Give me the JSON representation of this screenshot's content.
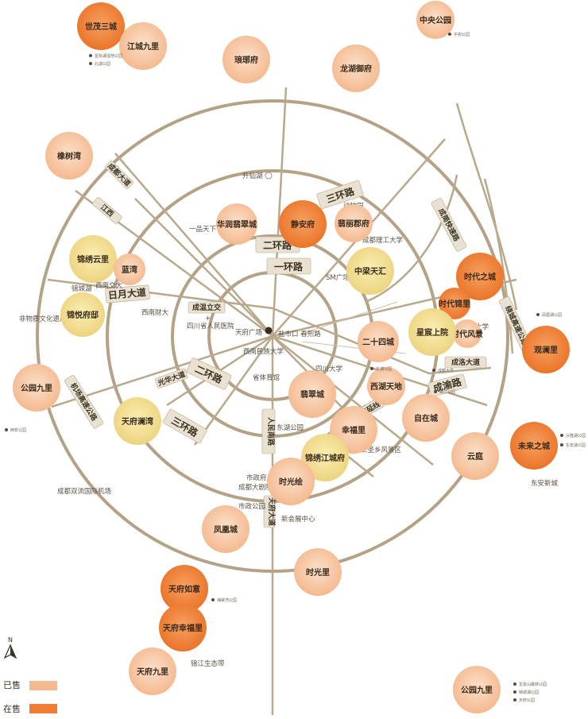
{
  "legend": {
    "sold_label": "已售",
    "sold_color": "#f4b98f",
    "onsale_label": "在售",
    "onsale_color": "#ee7d36"
  },
  "compass": {
    "label": "N"
  },
  "roads": {
    "ring1": "一环路",
    "ring2": "二环路",
    "ring3": "三环路",
    "riyue": "日月大道",
    "chengyu": "成渝路",
    "chengluo": "成洛大道",
    "chengwen": "成温立交",
    "guanghua": "光华大道",
    "yidu": "一品天下",
    "rtw": "人民南路",
    "airport_ex": "机场高速公路",
    "chengjian": "成简快速路",
    "renmin_s": "人民南路",
    "tianfu_ave": "天府大道",
    "jiangxi": "江西",
    "outer_ring": "绕城高速公路",
    "south_ring": "南延线",
    "cheng_du_w": "成都大道"
  },
  "pois": [
    {
      "id": "shengxianhu",
      "text": "升仙湖"
    },
    {
      "id": "dongwuyuan",
      "text": "动物园"
    },
    {
      "id": "chengli",
      "text": "成都理工大学"
    },
    {
      "id": "yipin",
      "text": "一品天下"
    },
    {
      "id": "sm",
      "text": "SM广场"
    },
    {
      "id": "jinjiang",
      "text": "锦城湖"
    },
    {
      "id": "sichuan_hosp",
      "text": "四川省人民医院"
    },
    {
      "id": "xinanzhi",
      "text": "西南财大"
    },
    {
      "id": "feiyi",
      "text": "非物质文化遗产国家公园"
    },
    {
      "id": "tianfu_sq",
      "text": "天府广场"
    },
    {
      "id": "chunxi",
      "text": "盐市口 春熙路"
    },
    {
      "id": "xinan_mz",
      "text": "西南民族大学"
    },
    {
      "id": "sheng_ty",
      "text": "省体育馆"
    },
    {
      "id": "sichuan_u",
      "text": "四川大学"
    },
    {
      "id": "donghu",
      "text": "东湖公园"
    },
    {
      "id": "sansheng",
      "text": "三圣乡风景区"
    },
    {
      "id": "shizhengfu",
      "text": "市政府"
    },
    {
      "id": "art_park",
      "text": "成都大剧院 艺术公园"
    },
    {
      "id": "shizheng_park",
      "text": "市政公园"
    },
    {
      "id": "newconv",
      "text": "新会展中心"
    },
    {
      "id": "airport",
      "text": "成都双流国际机场"
    },
    {
      "id": "eco",
      "text": "锦江生态带"
    },
    {
      "id": "dongan",
      "text": "东安新城"
    },
    {
      "id": "cd_zoo_ave",
      "text": "成都大学"
    },
    {
      "id": "jiaoda",
      "text": "西南交大"
    }
  ],
  "properties": [
    {
      "id": "shijing",
      "name": "世茂三城",
      "status": "onsale"
    },
    {
      "id": "jiangchengjiuli",
      "name": "江城九里",
      "status": "sold"
    },
    {
      "id": "langyafu",
      "name": "琅琊府",
      "status": "sold"
    },
    {
      "id": "longhu",
      "name": "龙湖御府",
      "status": "sold"
    },
    {
      "id": "zhongyang",
      "name": "中央公园",
      "status": "sold"
    },
    {
      "id": "mingshuwan",
      "name": "橡树湾",
      "status": "sold"
    },
    {
      "id": "jingan",
      "name": "静安府",
      "status": "onsale"
    },
    {
      "id": "hualuo",
      "name": "华润翡翠城",
      "status": "sold"
    },
    {
      "id": "yipin_prop",
      "name": "翡丽郡府",
      "status": "sold"
    },
    {
      "id": "jinxiu",
      "name": "锦绣云里",
      "status": "sold"
    },
    {
      "id": "lanwan",
      "name": "蓝湾",
      "status": "sold"
    },
    {
      "id": "zhongliang",
      "name": "中梁天汇",
      "status": "sold"
    },
    {
      "id": "shidai",
      "name": "时代之城",
      "status": "onsale"
    },
    {
      "id": "shidai_small",
      "name": "时代锦里",
      "status": "onsale"
    },
    {
      "id": "shidai_sq",
      "name": "时代风景",
      "status": "sold"
    },
    {
      "id": "jinyuefu",
      "name": "锦悦府邸",
      "status": "sold"
    },
    {
      "id": "yunhe",
      "name": "二十四城",
      "status": "sold"
    },
    {
      "id": "eternal",
      "name": "星宸上院",
      "status": "sold"
    },
    {
      "id": "guanli",
      "name": "观澜里",
      "status": "onsale"
    },
    {
      "id": "gongyuan9",
      "name": "公园九里",
      "status": "sold"
    },
    {
      "id": "tianfu_sh",
      "name": "天府澜湾",
      "status": "sold"
    },
    {
      "id": "feicui",
      "name": "翡翠城",
      "status": "sold"
    },
    {
      "id": "xinlan",
      "name": "西湖天地",
      "status": "sold"
    },
    {
      "id": "baizai",
      "name": "自在城",
      "status": "sold"
    },
    {
      "id": "xingfuli",
      "name": "幸福里",
      "status": "sold"
    },
    {
      "id": "jinlin",
      "name": "锦绣江城府",
      "status": "sold"
    },
    {
      "id": "yunting",
      "name": "云庭",
      "status": "sold"
    },
    {
      "id": "weilai",
      "name": "未来之城",
      "status": "onsale"
    },
    {
      "id": "shiguang",
      "name": "时光绘",
      "status": "sold"
    },
    {
      "id": "fengjing",
      "name": "凤凰城",
      "status": "sold"
    },
    {
      "id": "shiguangli",
      "name": "时光里",
      "status": "sold"
    },
    {
      "id": "tianfu_ls",
      "name": "天府如意",
      "status": "onsale"
    },
    {
      "id": "tianfu_jl",
      "name": "天府幸福里",
      "status": "onsale"
    },
    {
      "id": "tianfu_land",
      "name": "天府九里",
      "status": "sold"
    },
    {
      "id": "gongyuan9b",
      "name": "公园九里",
      "status": "sold"
    }
  ],
  "parks": [
    {
      "id": "p1",
      "text": "星际湖湿地公园"
    },
    {
      "id": "p2",
      "text": "北湖公园"
    },
    {
      "id": "p3",
      "text": "中央公园"
    },
    {
      "id": "p4",
      "text": "凤凰湖公园"
    },
    {
      "id": "p5",
      "text": "成都大学"
    },
    {
      "id": "p6",
      "text": "东湖公园"
    },
    {
      "id": "p7",
      "text": "锦江公园"
    },
    {
      "id": "p8",
      "text": "兴隆湖公园"
    },
    {
      "id": "p9",
      "text": "东安湖公园"
    },
    {
      "id": "p10",
      "text": "海棠湾公园"
    },
    {
      "id": "p11",
      "text": "龙泉山森林公园"
    },
    {
      "id": "p12",
      "text": "锦城湖公园"
    },
    {
      "id": "p13",
      "text": "天府公园"
    },
    {
      "id": "p14",
      "text": "西安公园"
    }
  ]
}
